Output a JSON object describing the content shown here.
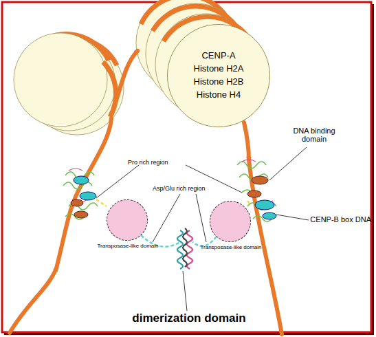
{
  "diagram": {
    "nodes": [
      {
        "text": [
          "CENP-A",
          "Histone H2A",
          "Histone H2B",
          "Histone H4"
        ]
      },
      {
        "text": [
          "Transposase-like domain"
        ]
      },
      {
        "text": [
          "Transposase-like domain"
        ]
      }
    ],
    "labels": [
      "Pro rich region",
      "Asp/Glu rich region",
      "DNA binding domain",
      "CENP-B box DNA",
      "dimerization domain"
    ]
  }
}
